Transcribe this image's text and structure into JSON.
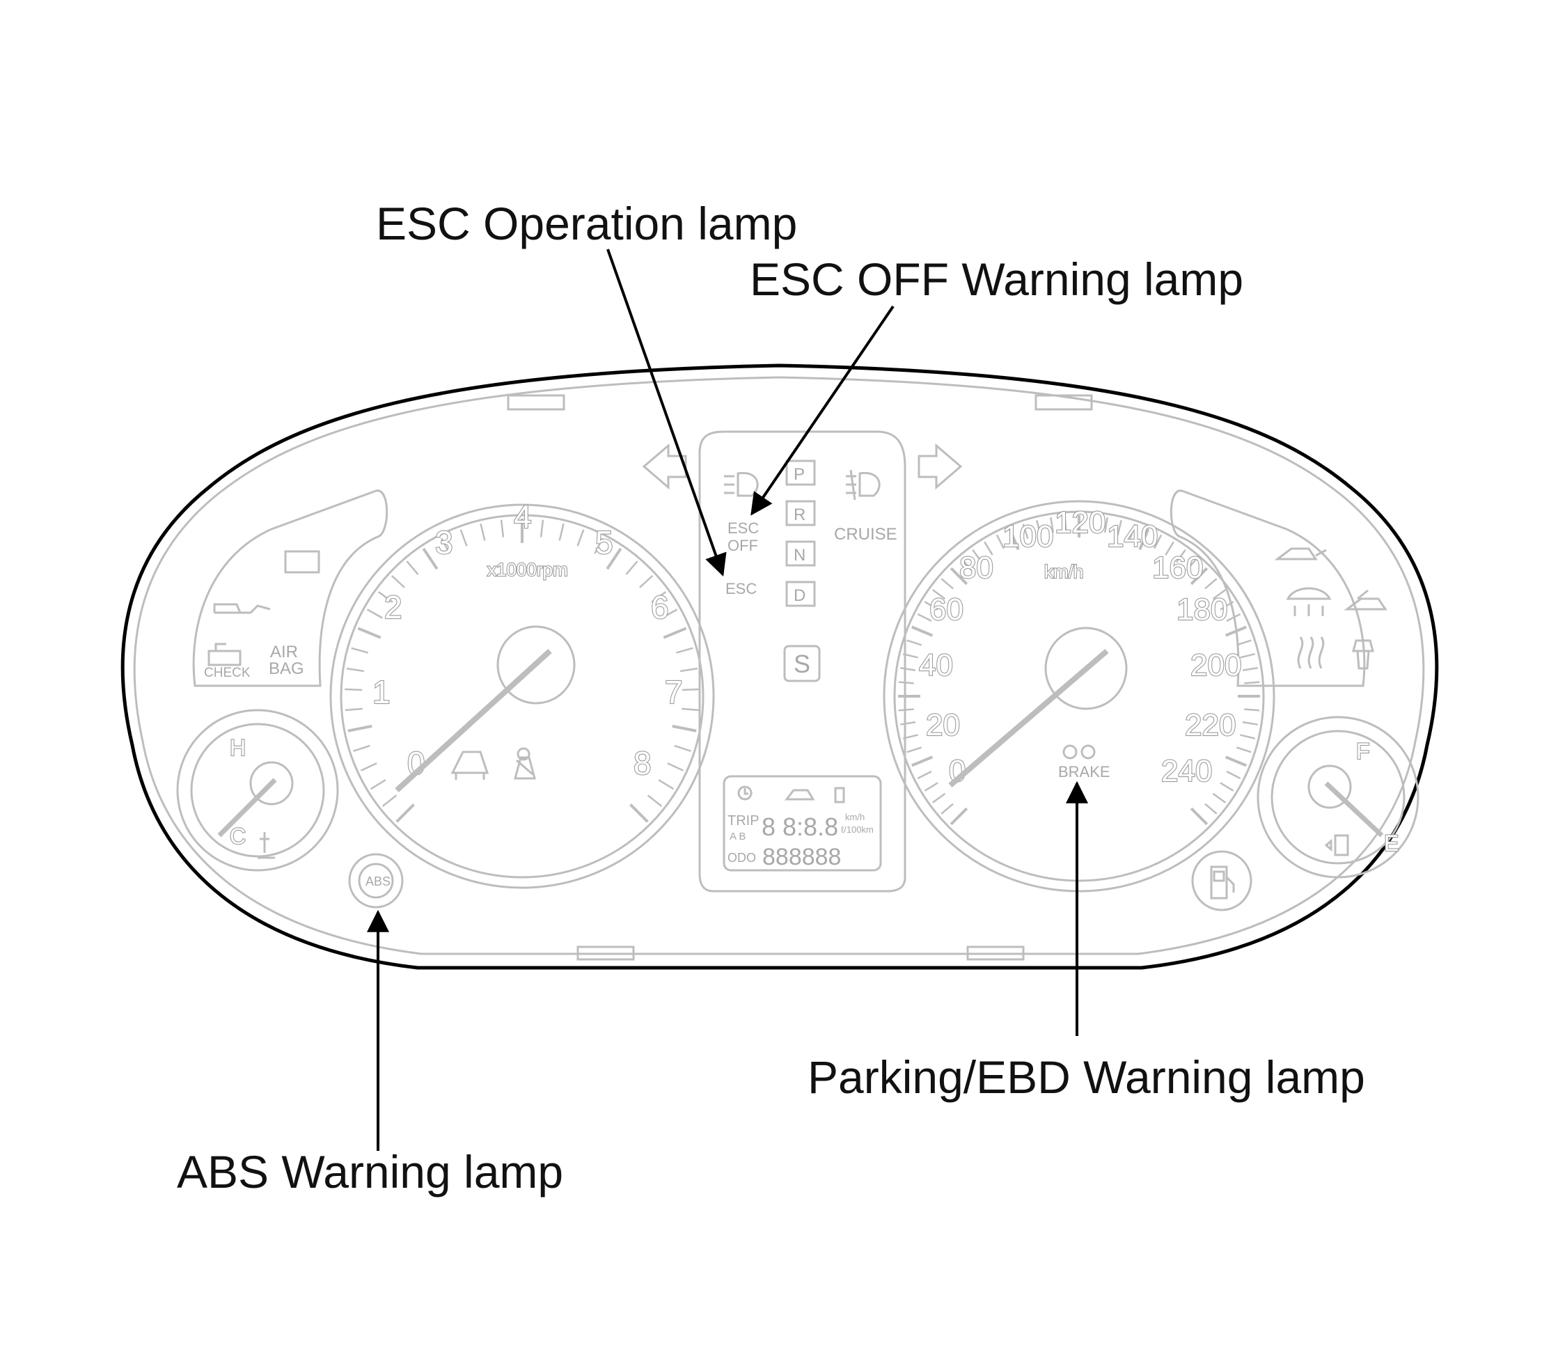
{
  "callouts": {
    "esc_operation": "ESC Operation lamp",
    "esc_off": "ESC OFF Warning lamp",
    "parking_ebd": "Parking/EBD Warning lamp",
    "abs": "ABS Warning lamp"
  },
  "cluster": {
    "tachometer": {
      "unit": "x1000rpm",
      "ticks": [
        "0",
        "1",
        "2",
        "3",
        "4",
        "5",
        "6",
        "7",
        "8"
      ]
    },
    "speedometer": {
      "unit": "km/h",
      "ticks": [
        "0",
        "20",
        "40",
        "60",
        "80",
        "100",
        "120",
        "140",
        "160",
        "180",
        "200",
        "220",
        "240"
      ]
    },
    "temp_gauge": {
      "hot": "H",
      "cold": "C"
    },
    "fuel_gauge": {
      "full": "F",
      "empty": "E"
    },
    "gear_indicator": [
      "P",
      "R",
      "N",
      "D"
    ],
    "sport_mode": "S",
    "labels": {
      "esc": "ESC",
      "esc_off_line1": "ESC",
      "esc_off_line2": "OFF",
      "cruise": "CRUISE",
      "check": "CHECK",
      "air": "AIR",
      "bag": "BAG",
      "abs": "ABS",
      "brake": "BRAKE"
    },
    "lcd": {
      "trip": "TRIP",
      "ab": "A B",
      "odo": "ODO",
      "trip_digits": "8 8:8.8",
      "odo_digits": "888888",
      "unit_speed": "km/h",
      "unit_consumption": "ℓ/100km"
    }
  }
}
